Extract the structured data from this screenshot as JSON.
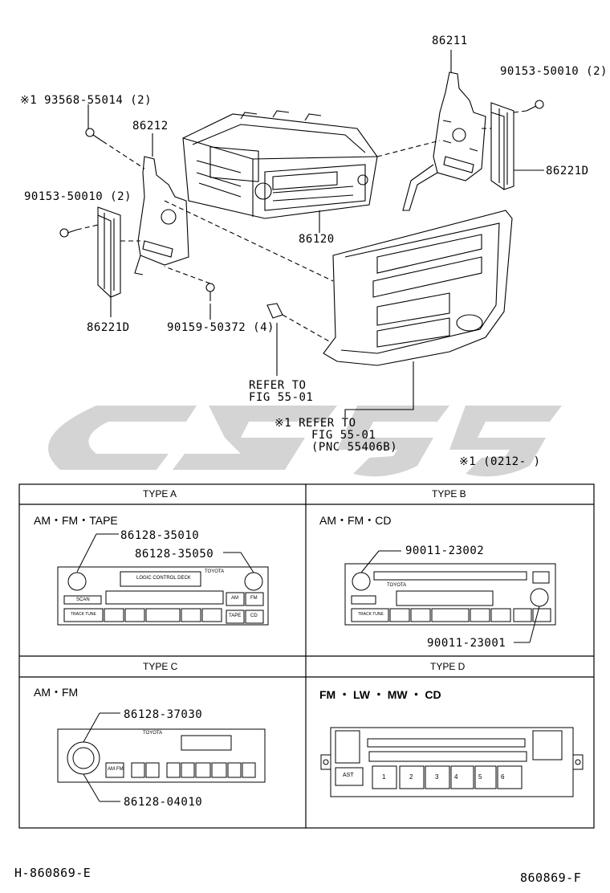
{
  "parts": {
    "p86211": "86211",
    "p90153_right": "90153-50010 (2)",
    "p93568": "※1  93568-55014 (2)",
    "p86212": "86212",
    "p86221D_right": "86221D",
    "p90153_left": "90153-50010 (2)",
    "p86120": "86120",
    "p86221D_left": "86221D",
    "p90159": "90159-50372 (4)",
    "refer1_line1": "REFER TO",
    "refer1_line2": "FIG 55-01",
    "refer2_line1": "※1  REFER TO",
    "refer2_line2": "FIG 55-01",
    "refer2_line3": "(PNC 55406B)",
    "note": "※1  (0212-      )"
  },
  "types": {
    "a": {
      "title": "TYPE A",
      "sub": "AM・FM・TAPE",
      "part1": "86128-35010",
      "part2": "86128-35050"
    },
    "b": {
      "title": "TYPE B",
      "sub": "AM・FM・CD",
      "part1": "90011-23002",
      "part2": "90011-23001"
    },
    "c": {
      "title": "TYPE C",
      "sub": "AM・FM",
      "part1": "86128-37030",
      "part2": "86128-04010"
    },
    "d": {
      "title": "TYPE D",
      "sub": "FM ・ LW ・ MW ・ CD"
    }
  },
  "radio_text": {
    "logic_control_deck": "LOGIC CONTROL DECK",
    "toyota": "TOYOTA",
    "scan": "SCAN",
    "track_tune": "TRACK TUNE",
    "am": "AM",
    "fm": "FM",
    "tape": "TAPE",
    "cd": "CD",
    "am_fm": "AM·FM",
    "ast": "AST",
    "presets": [
      "1",
      "2",
      "3",
      "4",
      "5",
      "6"
    ]
  },
  "footer": {
    "left": "H-860869-E",
    "right": "860869-F"
  },
  "colors": {
    "line": "#000000",
    "watermark": "#c8c8c8"
  }
}
